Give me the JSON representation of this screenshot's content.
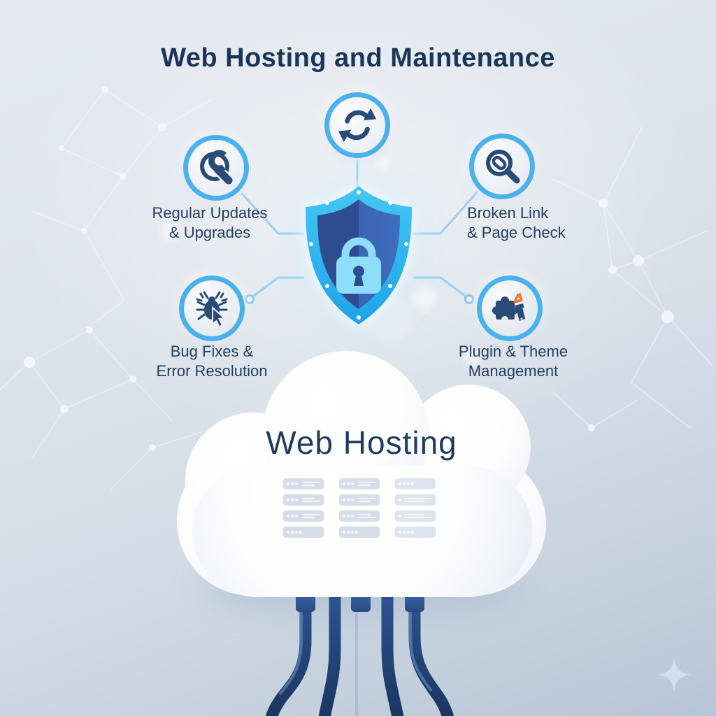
{
  "title": "Web Hosting and Maintenance",
  "top_node": {
    "icon": "sync-arrows-icon"
  },
  "center_node": {
    "icon": "shield-lock-icon"
  },
  "nodes": [
    {
      "id": "regular-updates",
      "icon": "wrench-icon",
      "lines": [
        "Regular Updates",
        "& Upgrades"
      ]
    },
    {
      "id": "broken-link",
      "icon": "search-link-icon",
      "lines": [
        "Broken Link",
        "& Page Check"
      ]
    },
    {
      "id": "bug-fixes",
      "icon": "bug-cursor-icon",
      "lines": [
        "Bug Fixes &",
        "Error Resolution"
      ]
    },
    {
      "id": "plugin-theme",
      "icon": "puzzle-brush-icon",
      "lines": [
        "Plugin & Theme",
        "Management"
      ]
    }
  ],
  "cloud": {
    "label": "Web Hosting",
    "server_columns": 3,
    "server_rows": 4,
    "cables": 5
  },
  "colors": {
    "background_top": "#e4e9f0",
    "background_bottom": "#b6c5d6",
    "title_text": "#1b3557",
    "label_text": "#233f5e",
    "node_ring": "#4bb1ec",
    "icon_glyph": "#2a4b76",
    "connector_line": "#9bd0f0",
    "shield_border": "#38c0f4",
    "shield_fill_left": "#2d4d90",
    "shield_fill_right": "#3b64b4",
    "padlock": "#8edef9",
    "cloud": "#ffffff",
    "cable": "#24477e",
    "brush_flame": "#ed7a36",
    "sparkle": "#d3dfeb"
  }
}
